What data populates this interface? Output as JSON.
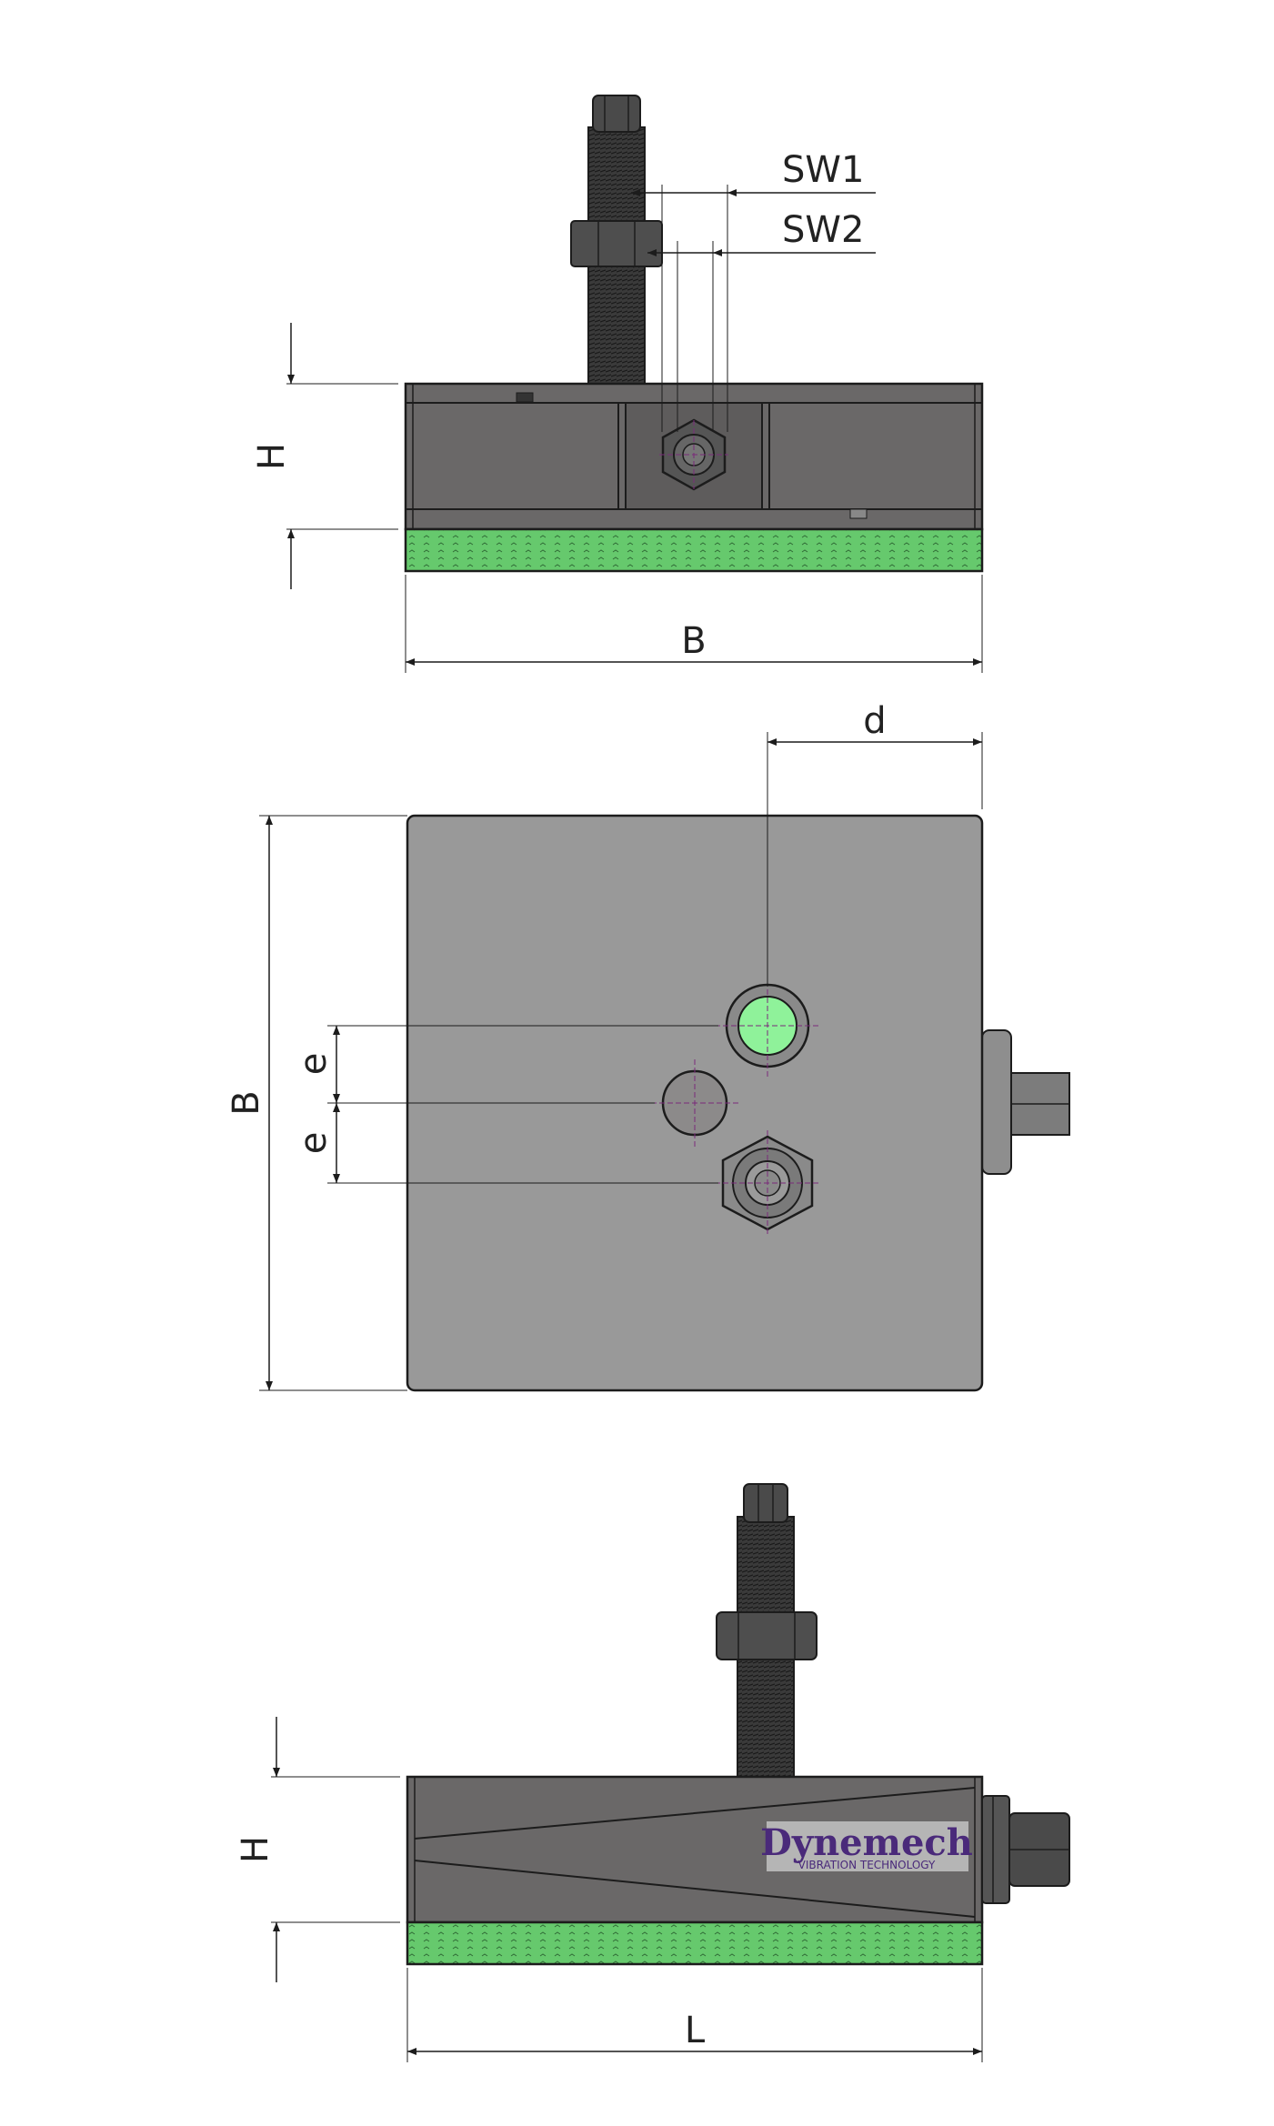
{
  "labels": {
    "sw1": "SW1",
    "sw2": "SW2",
    "h_front": "H",
    "b_front": "B",
    "d_top": "d",
    "b_top": "B",
    "e_upper": "e",
    "e_lower": "e",
    "h_side": "H",
    "l_side": "L"
  },
  "logo": {
    "name": "Dynemech",
    "tagline": "VIBRATION TECHNOLOGY"
  },
  "colors": {
    "body_dark": "#6a6868",
    "body_top": "#999999",
    "rubber_pad": "#66c96d",
    "pad_hole": "#8ff29a",
    "outline": "#1c1c1c",
    "center_line": "#7a2a7a",
    "logo_text": "#4a2a7a"
  }
}
